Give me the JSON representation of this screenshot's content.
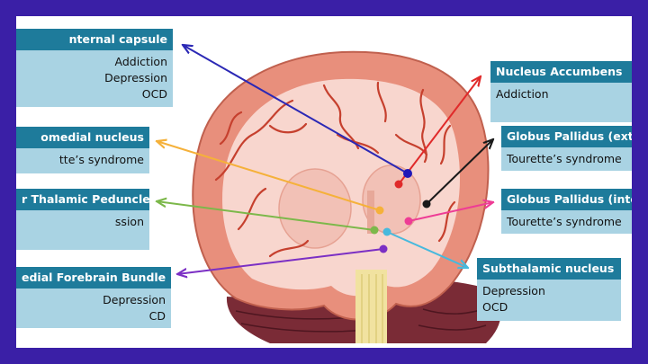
{
  "boxes": [
    {
      "id": "internal-capsule",
      "title": "nternal capsule",
      "items": [
        "Addiction",
        "Depression",
        "OCD"
      ]
    },
    {
      "id": "centromedial-nucleus",
      "title": "omedial nucleus",
      "items": [
        "tte’s syndrome"
      ]
    },
    {
      "id": "inferior-thalamic-peduncle",
      "title": "r Thalamic Peduncle",
      "items": [
        "ssion"
      ]
    },
    {
      "id": "medial-forebrain-bundle",
      "title": "edial Forebrain Bundle",
      "items": [
        "Depression",
        "CD"
      ]
    },
    {
      "id": "nucleus-accumbens",
      "title": "Nucleus Accumbens",
      "items": [
        "Addiction"
      ]
    },
    {
      "id": "globus-pallidus-externus",
      "title": "Globus Pallidus (exte",
      "items": [
        "Tourette’s syndrome"
      ]
    },
    {
      "id": "globus-pallidus-internus",
      "title": "Globus Pallidus (inter",
      "items": [
        "Tourette’s syndrome"
      ]
    },
    {
      "id": "subthalamic-nucleus",
      "title": "Subthalamic nucleus",
      "items": [
        "Depression",
        "OCD"
      ]
    }
  ],
  "colors": {
    "frame": "#3a1fa6",
    "box_header": "#1e7b9b",
    "box_body": "#a9d3e3",
    "brain_outer": "#e88f7c",
    "brain_inner": "#f8d6ce",
    "vessel": "#c6402e",
    "cerebellum": "#7a2b36",
    "brainstem": "#f1e2a0",
    "line_internal_capsule": "#2b28b5",
    "line_nucleus_accumbens": "#e02a2a",
    "line_centromedial": "#f5b13a",
    "line_gpe": "#1a1a1a",
    "line_itp": "#7cb84a",
    "line_gpi": "#ee3c95",
    "line_stn": "#47b9dd",
    "line_mfb": "#7b2fc4"
  }
}
